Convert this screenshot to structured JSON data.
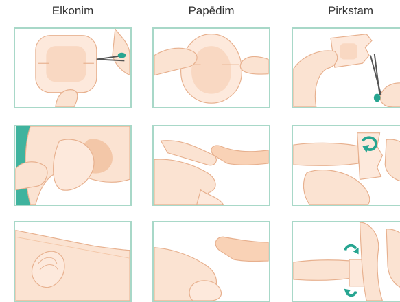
{
  "columns": [
    {
      "title": "Elkonim"
    },
    {
      "title": "Papēdim"
    },
    {
      "title": "Pirkstam"
    }
  ],
  "colors": {
    "panel_border": "#a8d8c8",
    "skin": "#fbe3d2",
    "skin_shadow": "#f3c7a8",
    "skin_line": "#e7b08e",
    "dressing": "#fde9dc",
    "dressing_pad": "#f9d8c2",
    "accent_teal": "#27a591",
    "sleeve_teal": "#3fb39e"
  },
  "icons": [
    "scissors-icon",
    "rotate-arrow-icon",
    "fold-arrow-icon"
  ]
}
